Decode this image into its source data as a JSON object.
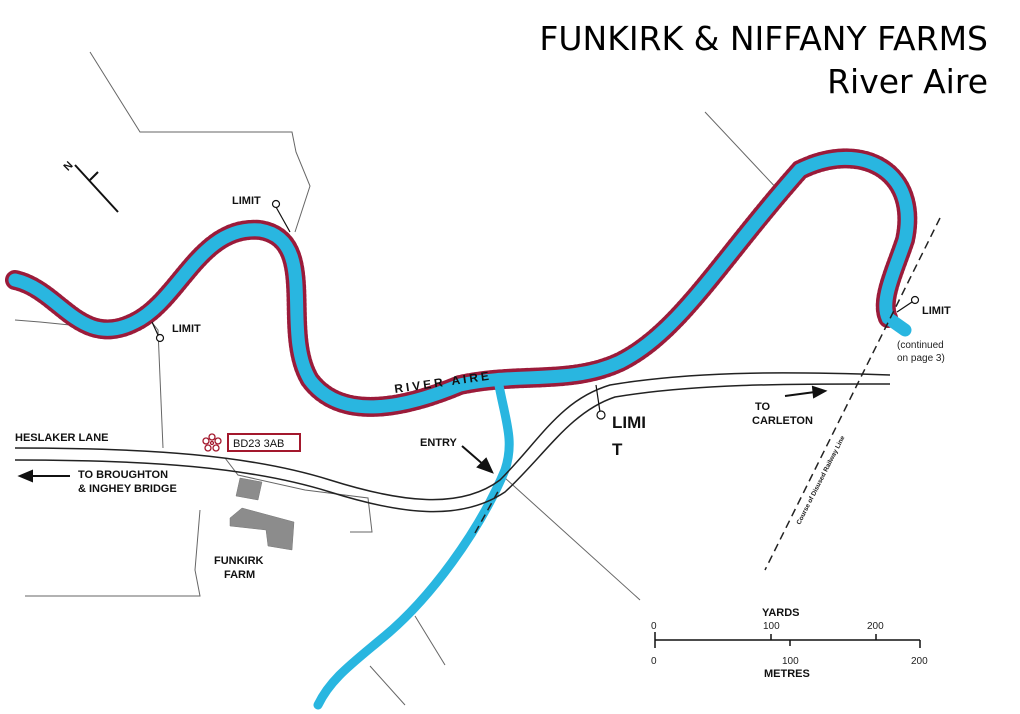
{
  "map": {
    "title": "FUNKIRK & NIFFANY FARMS",
    "subtitle": "River Aire",
    "compass": "N",
    "labels": {
      "limit": "LIMIT",
      "limit_big_1": "LIMI",
      "limit_big_2": "T",
      "river": "RIVER AIRE",
      "heslaker_lane": "HESLAKER LANE",
      "postcode": "BD23 3AB",
      "entry": "ENTRY",
      "to_broughton_1": "TO BROUGHTON",
      "to_broughton_2": "& INGHEY BRIDGE",
      "to_carleton_1": "TO",
      "to_carleton_2": "CARLETON",
      "funkirk_farm_1": "FUNKIRK",
      "funkirk_farm_2": "FARM",
      "continued_1": "(continued",
      "continued_2": "on page 3)",
      "railway": "Course of Disused Railway Line"
    },
    "scale": {
      "yards_label": "YARDS",
      "metres_label": "METRES",
      "yards_ticks": [
        "0",
        "100",
        "200"
      ],
      "metres_ticks": [
        "0",
        "100",
        "200"
      ]
    },
    "colors": {
      "river": "#29b6e0",
      "bank": "#9b1b3a",
      "road": "#222222",
      "postcode_box": "#a3182d"
    }
  }
}
